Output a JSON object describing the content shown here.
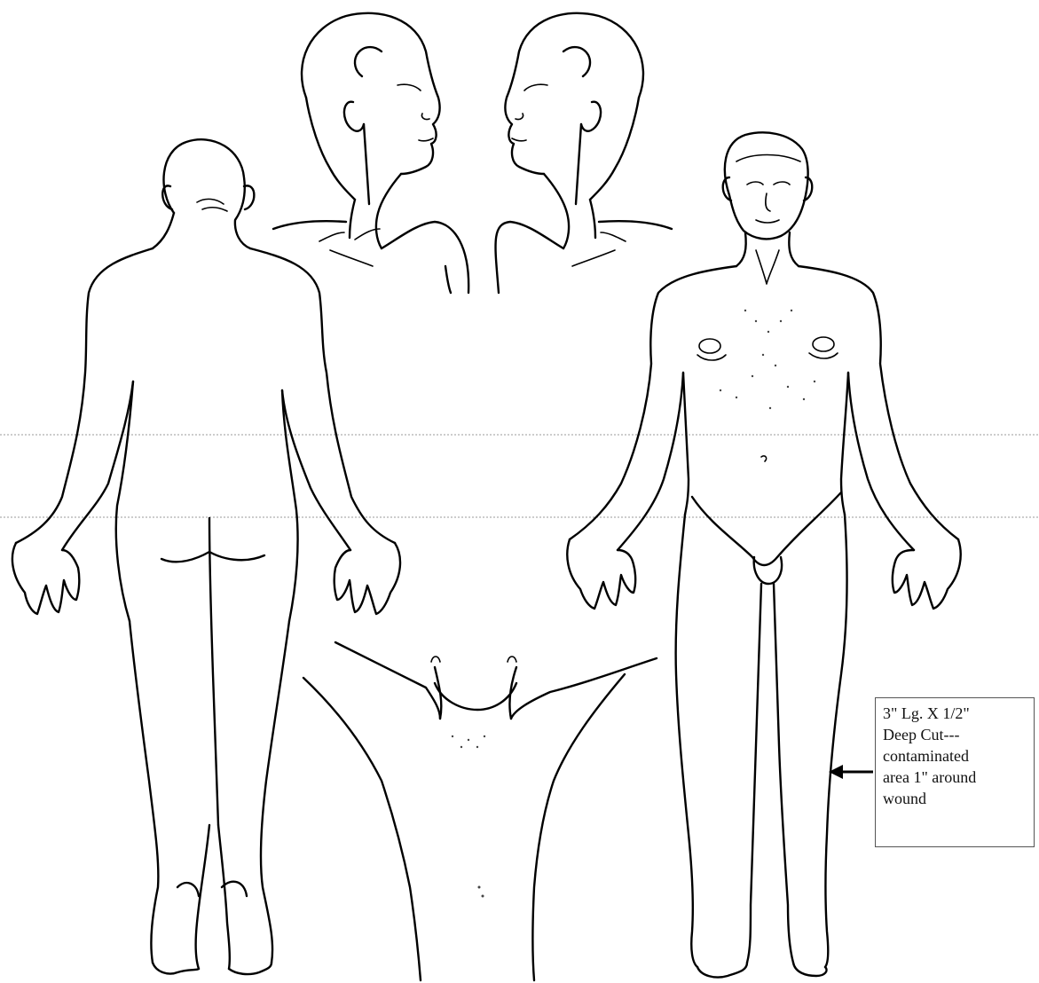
{
  "annotation": {
    "lines": [
      "3\" Lg. X 1/2\"",
      "Deep Cut---",
      "contaminated",
      "area 1\" around",
      "wound"
    ]
  },
  "views": [
    "back-view",
    "right-head-profile",
    "left-head-profile",
    "front-view",
    "groin-detail"
  ],
  "colors": {
    "ink": "#000000",
    "paper": "#ffffff",
    "guide-line": "#9a9a9a"
  }
}
